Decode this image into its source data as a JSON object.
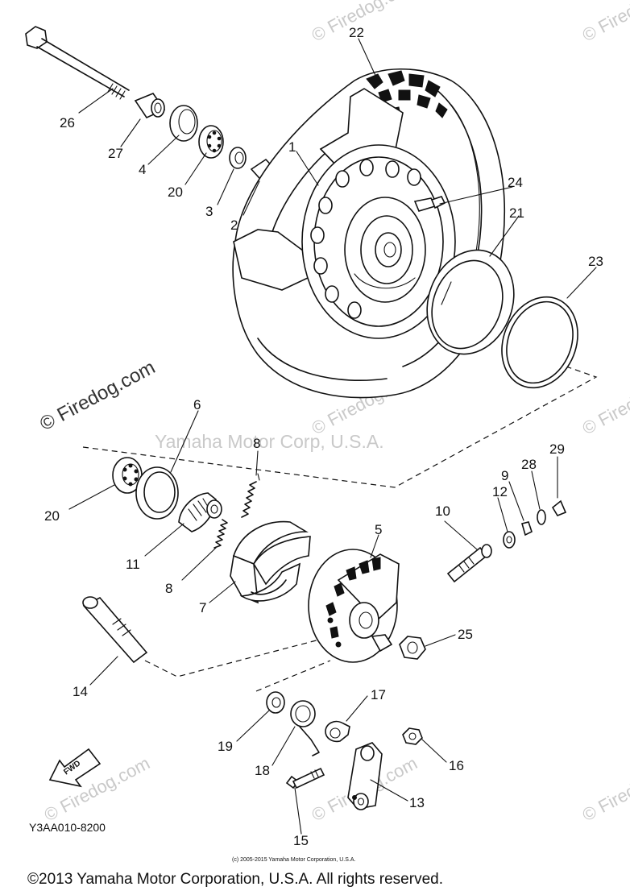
{
  "watermarks": {
    "firedog": "© Firedog.com",
    "yamaha": "Yamaha Motor Corp, U.S.A."
  },
  "diagram_code": "Y3AA010-8200",
  "small_copyright": "(c) 2005-2015 Yamaha Motor Corporation, U.S.A.",
  "footer_copyright": "©2013 Yamaha Motor Corporation, U.S.A. All rights reserved.",
  "fwd_label": "FWD",
  "part_numbers": {
    "p1": "1",
    "p2": "2",
    "p3": "3",
    "p4": "4",
    "p5": "5",
    "p6": "6",
    "p7": "7",
    "p8a": "8",
    "p8b": "8",
    "p9": "9",
    "p10": "10",
    "p11": "11",
    "p12": "12",
    "p13": "13",
    "p14": "14",
    "p15": "15",
    "p16": "16",
    "p17": "17",
    "p18": "18",
    "p19": "19",
    "p20a": "20",
    "p20b": "20",
    "p21": "21",
    "p22": "22",
    "p23": "23",
    "p24": "24",
    "p25": "25",
    "p26": "26",
    "p27": "27",
    "p28": "28",
    "p29": "29"
  }
}
